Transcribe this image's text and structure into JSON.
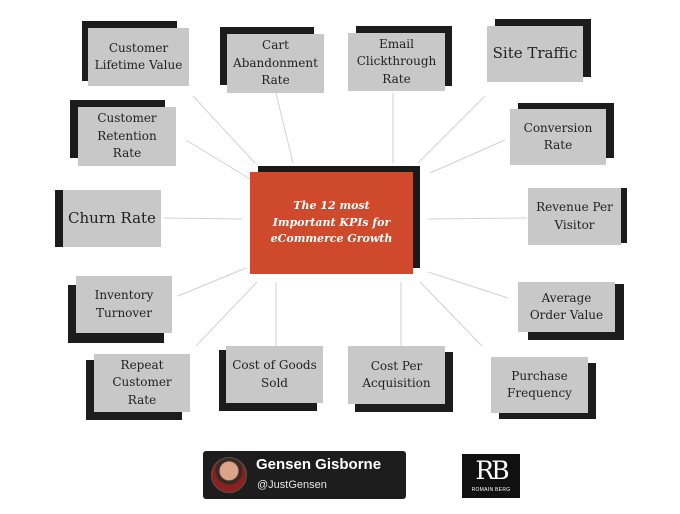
{
  "diagram": {
    "center_title": "The 12 most Important KPIs for eCommerce Growth",
    "kpis": [
      "Customer Lifetime Value",
      "Cart Abandonment Rate",
      "Email Clickthrough Rate",
      "Site Traffic",
      "Customer Retention Rate",
      "Conversion Rate",
      "Churn Rate",
      "Revenue Per Visitor",
      "Inventory Turnover",
      "Average Order Value",
      "Repeat Customer Rate",
      "Cost of Goods Sold",
      "Cost Per Acquisition",
      "Purchase Frequency"
    ]
  },
  "footer": {
    "author_name": "Gensen Gisborne",
    "author_handle": "@JustGensen",
    "brand_logo_mark": "RB",
    "brand_logo_name": "ROMAIN BERG"
  },
  "colors": {
    "background": "#ffffff",
    "center_box": "#cf4a2c",
    "kpi_box": "#c8c8c8",
    "box_shadow": "#1c1c1c",
    "connector": "#d2d2d2"
  }
}
